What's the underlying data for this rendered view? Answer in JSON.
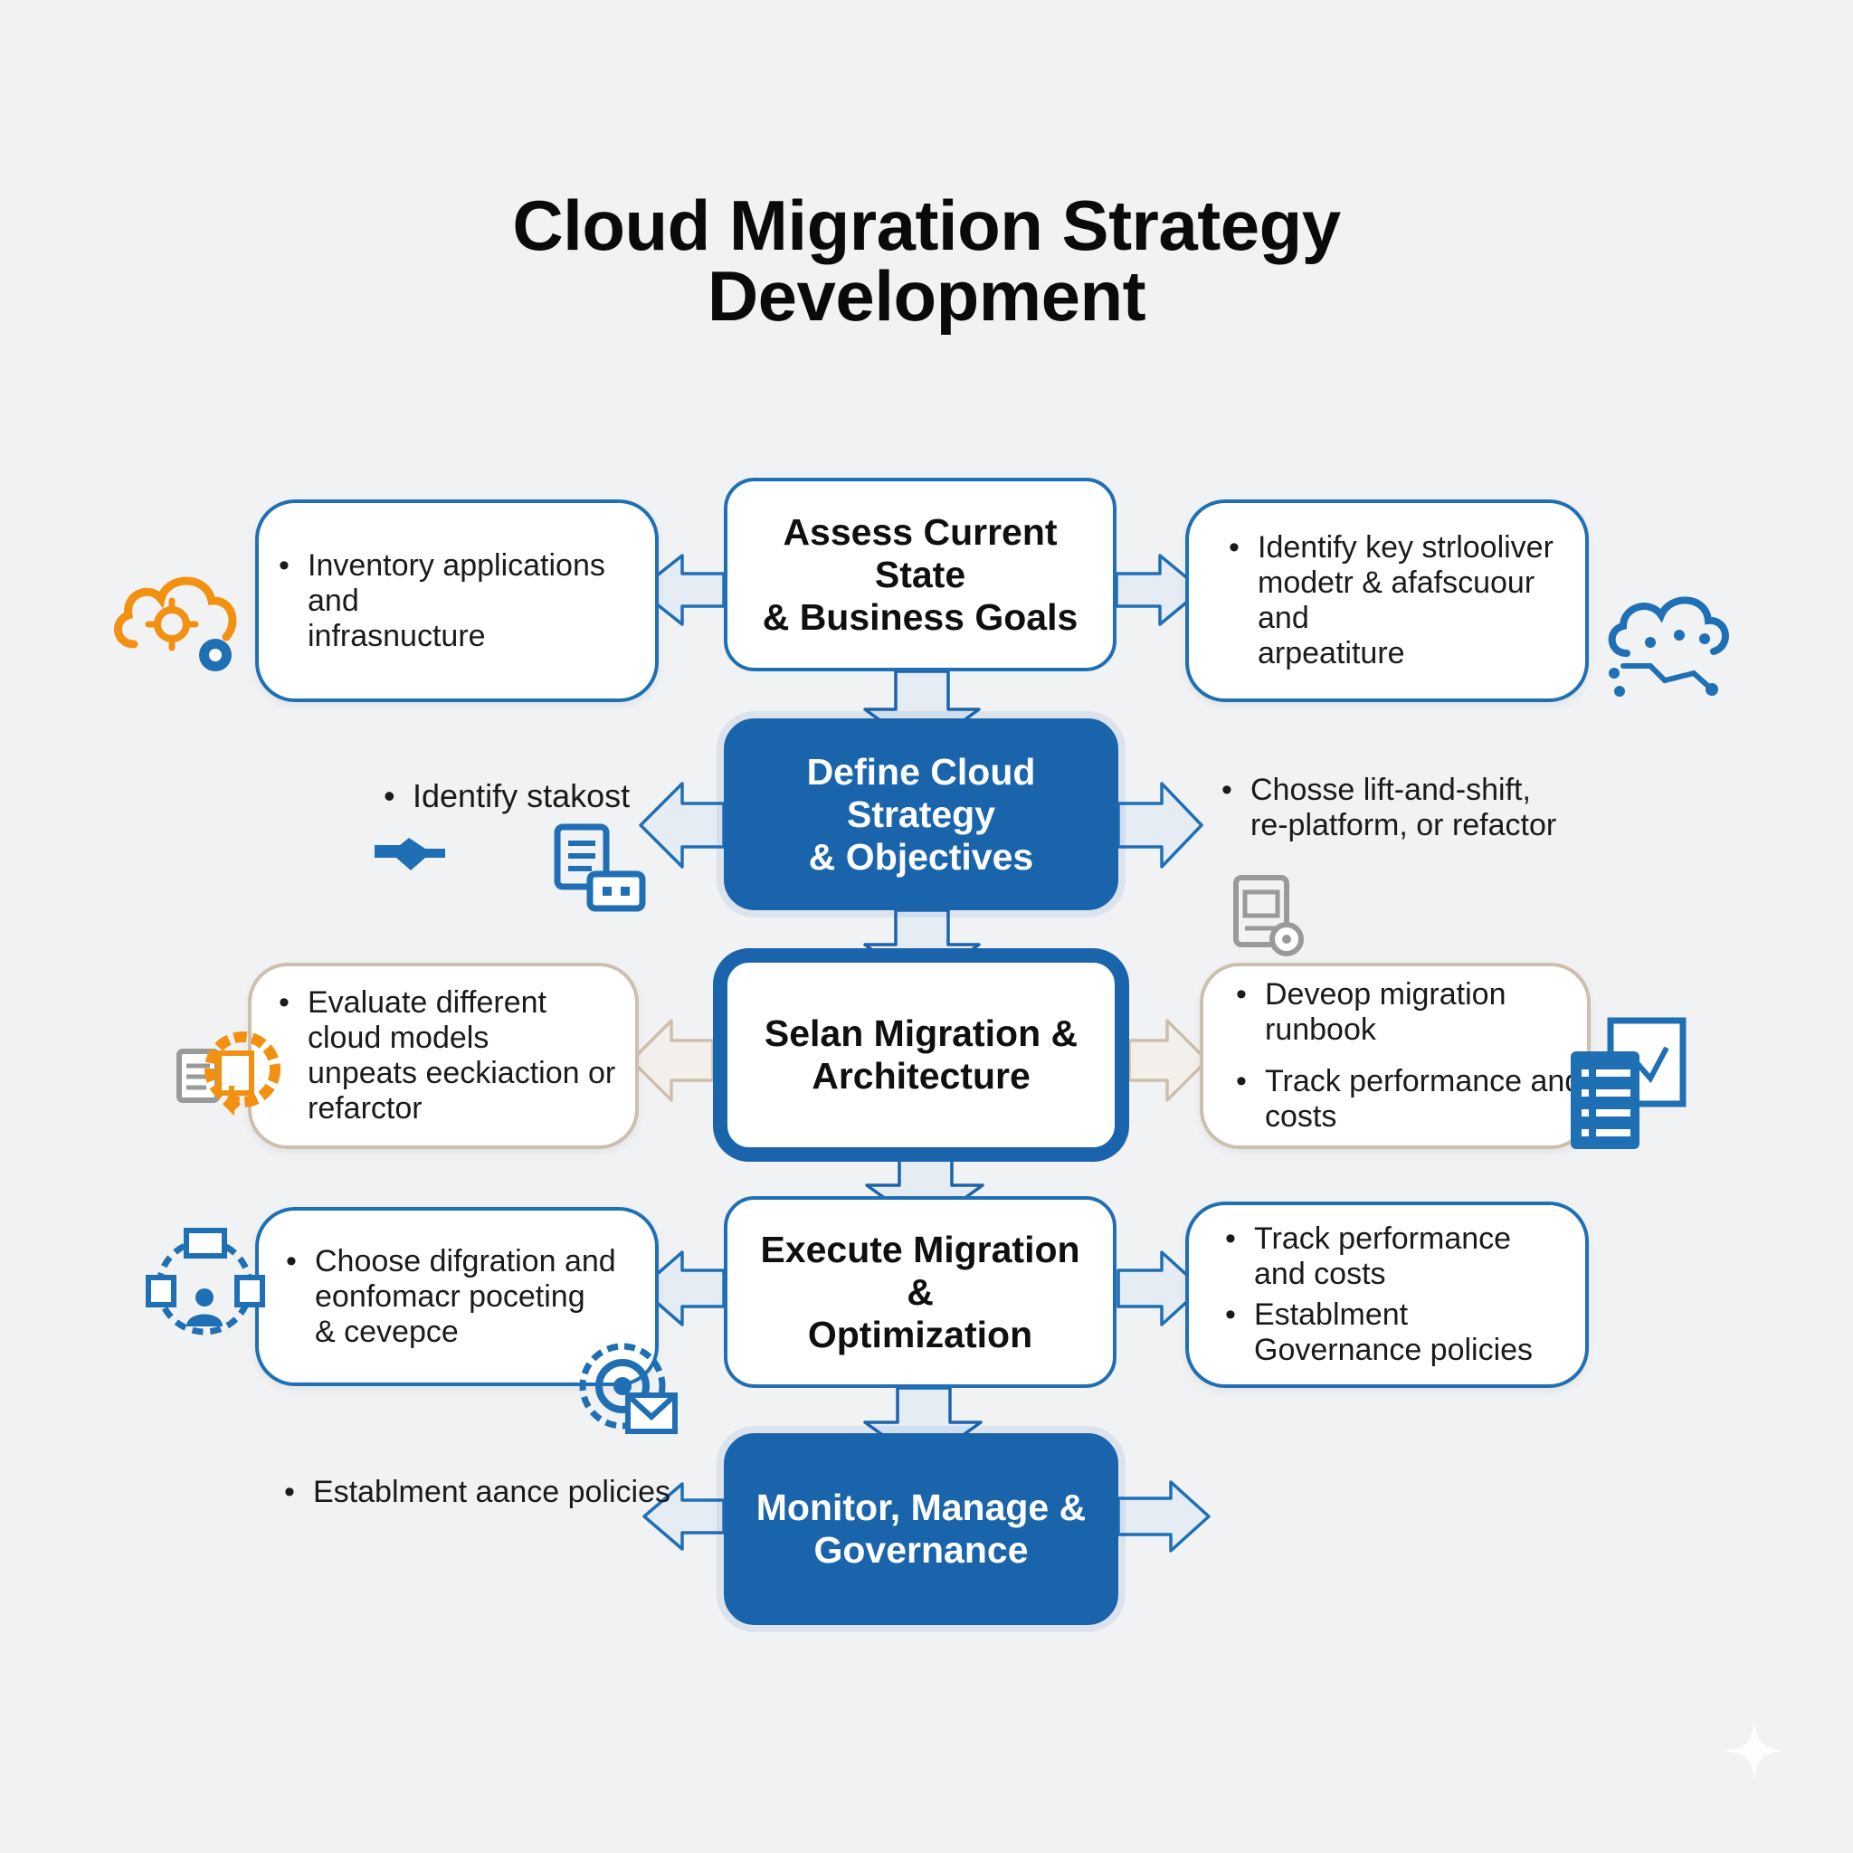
{
  "title": {
    "line1": "Cloud Migration Strategy",
    "line2": "Development"
  },
  "stages": [
    {
      "label_line1": "Assess Current State",
      "label_line2": "& Business Goals"
    },
    {
      "label_line1": "Define Cloud Strategy",
      "label_line2": "& Objectives"
    },
    {
      "label_line1": "Selan Migration &",
      "label_line2": "Architecture"
    },
    {
      "label_line1": "Execute Migration &",
      "label_line2": "Optimization"
    },
    {
      "label_line1": "Monitor, Manage &",
      "label_line2": "Governance"
    }
  ],
  "left_notes": [
    {
      "bullets": [
        {
          "line1": "Inventory applications and",
          "line2": "infrasnucture"
        }
      ]
    },
    {
      "bullets": [
        {
          "line1": "Identify stakost",
          "line2": ""
        }
      ]
    },
    {
      "bullets": [
        {
          "line1": "Evaluate different",
          "line2": "cloud models",
          "line3": "unpeats eeckiaction or",
          "line4": "refarctor"
        }
      ]
    },
    {
      "bullets": [
        {
          "line1": "Choose difgration and",
          "line2": "eonfomacr poceting",
          "line3": "& cevepce"
        }
      ]
    },
    {
      "bullets": [
        {
          "line1": "Establment aance policies",
          "line2": ""
        }
      ]
    }
  ],
  "right_notes": [
    {
      "bullets": [
        {
          "line1": "Identify key strlooliver",
          "line2": "modetr & afafscuour and",
          "line3": "arpeatiture"
        }
      ]
    },
    {
      "bullets": [
        {
          "line1": "Chosse lift-and-shift,",
          "line2": "re-platform, or refactor"
        }
      ]
    },
    {
      "bullets": [
        {
          "line1": "Deveop migration",
          "line2": "runbook"
        },
        {
          "line1": "Track performance and",
          "line2": "costs"
        }
      ]
    },
    {
      "bullets": [
        {
          "line1": "Track performance",
          "line2": "and costs"
        },
        {
          "line1": "Establment",
          "line2": "Governance policies"
        }
      ]
    }
  ],
  "icons": {
    "cloud_orange": "cloud-gear-icon",
    "cloud_blue": "cloud-network-icon",
    "handshake": "handshake-icon",
    "documents": "documents-icon",
    "server_gear": "server-gear-icon",
    "orange_docs": "documents-gear-icon",
    "clipboard_chart": "clipboard-chart-icon",
    "people_network": "people-network-icon",
    "target_mail": "target-mail-icon"
  },
  "colors": {
    "primary": "#1a64ac",
    "border": "#1f6fb5",
    "accent": "#f29111",
    "arrow_fill": "#e6ecf4",
    "beige": "#cdbfae",
    "gray": "#9a9a9a"
  }
}
